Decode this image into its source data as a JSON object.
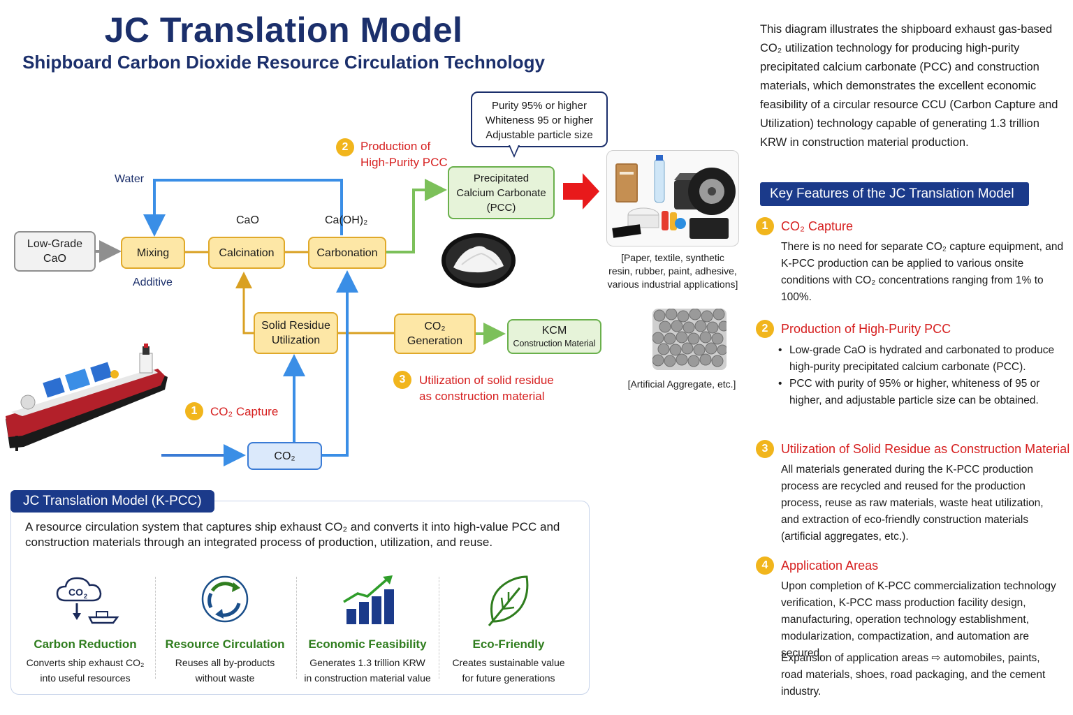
{
  "title": "JC Translation Model",
  "subtitle": "Shipboard Carbon Dioxide Resource Circulation Technology",
  "diagram": {
    "boxes": {
      "low_grade_cao": "Low-Grade\nCaO",
      "mixing": "Mixing",
      "calcination": "Calcination",
      "carbonation": "Carbonation",
      "pcc": "Precipitated\nCalcium Carbonate\n(PCC)",
      "solid_residue": "Solid Residue\nUtilization",
      "co2_generation": "CO₂\nGeneration",
      "kcm_title": "KCM",
      "kcm_sub": "Construction Material",
      "co2_input": "CO₂"
    },
    "labels": {
      "water": "Water",
      "additive": "Additive",
      "cao": "CaO",
      "caoh2": "Ca(OH)₂"
    },
    "steps": {
      "step1_num": "1",
      "step1": "CO₂ Capture",
      "step2_num": "2",
      "step2": "Production of\nHigh-Purity PCC",
      "step3_num": "3",
      "step3": "Utilization of solid residue\nas construction material"
    },
    "callout": "Purity 95% or higher\nWhiteness 95 or higher\nAdjustable particle size",
    "products_caption": "[Paper, textile, synthetic\nresin, rubber, paint, adhesive,\nvarious industrial applications]",
    "aggregate_caption": "[Artificial Aggregate, etc.]"
  },
  "panel": {
    "tab": "JC Translation Model (K-PCC)",
    "description": "A resource circulation system that captures ship exhaust CO₂ and converts it into high-value PCC and construction materials through an integrated process of production, utilization, and reuse.",
    "features": [
      {
        "icon": "co2-cloud-ship-icon",
        "title": "Carbon Reduction",
        "text": "Converts ship exhaust CO₂\ninto useful resources"
      },
      {
        "icon": "recycle-arrows-icon",
        "title": "Resource Circulation",
        "text": "Reuses all by-products\nwithout waste"
      },
      {
        "icon": "growth-chart-icon",
        "title": "Economic Feasibility",
        "text": "Generates 1.3 trillion KRW\nin construction material value"
      },
      {
        "icon": "leaf-icon",
        "title": "Eco-Friendly",
        "text": "Creates sustainable value\nfor future generations"
      }
    ]
  },
  "right": {
    "intro": "This diagram illustrates the shipboard exhaust gas-based CO₂ utilization technology for producing high-purity precipitated calcium carbonate (PCC) and construction materials, which demonstrates the excellent economic feasibility of a circular resource CCU (Carbon Capture and Utilization) technology capable of generating 1.3 trillion KRW in construction material production.",
    "key_features_header": "Key Features of the JC Translation Model",
    "sections": [
      {
        "num": "1",
        "title": "CO₂ Capture",
        "text": "There is no need for separate CO₂ capture equipment, and K-PCC production can be applied to various onsite conditions with CO₂ concentrations ranging from 1% to 100%."
      },
      {
        "num": "2",
        "title": "Production of High-Purity PCC",
        "bullets": [
          "Low-grade CaO is hydrated and carbonated to produce high-purity precipitated calcium carbonate (PCC).",
          "PCC with purity of 95% or higher, whiteness of 95 or higher, and adjustable particle size can be obtained."
        ]
      },
      {
        "num": "3",
        "title": "Utilization of Solid Residue as Construction Material",
        "text": "All materials generated during the K-PCC production process are recycled and reused for the production process, reuse as raw materials, waste heat utilization, and extraction of eco-friendly construction materials (artificial aggregates, etc.)."
      },
      {
        "num": "4",
        "title": "Application Areas",
        "text": "Upon completion of K-PCC commercialization technology verification, K-PCC mass production facility design, manufacturing, operation technology establishment, modularization, compactization, and automation are secured.",
        "text2": "Expansion of application areas ⇨ automobiles, paints, road materials, shoes, road packaging, and the cement industry."
      }
    ]
  },
  "colors": {
    "navy": "#1b2f6b",
    "header_blue": "#1b3a8a",
    "red": "#d61f1f",
    "green": "#2f7d1e",
    "yellow_badge": "#f1b51c"
  }
}
